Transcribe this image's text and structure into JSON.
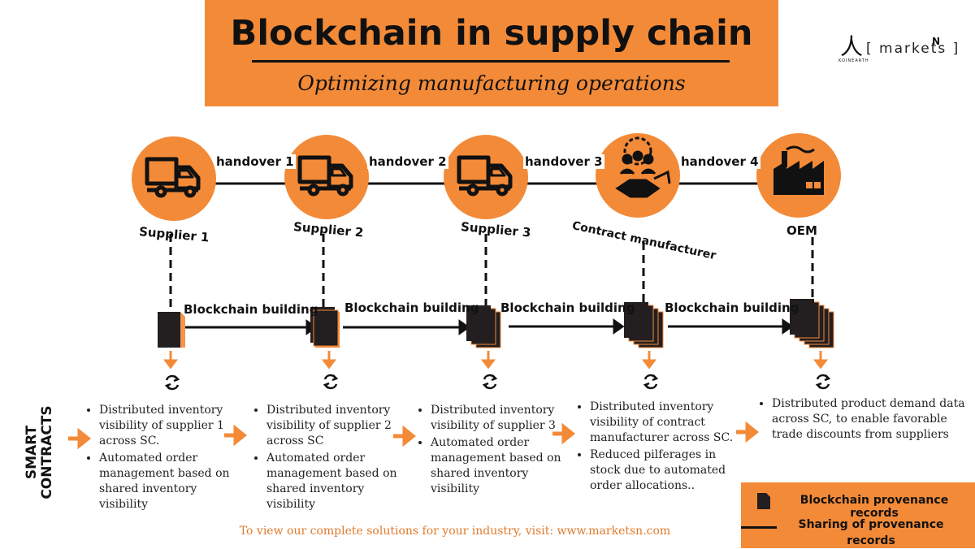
{
  "header": {
    "title": "Blockchain in supply chain",
    "subtitle": "Optimizing manufacturing operations"
  },
  "logo": {
    "brand_small": "KOINEARTH",
    "word": "[ markets ]",
    "superscript": "N"
  },
  "nodes": [
    {
      "label": "Supplier 1",
      "icon": "truck-icon"
    },
    {
      "label": "Supplier 2",
      "icon": "truck-icon"
    },
    {
      "label": "Supplier 3",
      "icon": "truck-icon"
    },
    {
      "label": "Contract manufacturer",
      "icon": "handshake-icon"
    },
    {
      "label": "OEM",
      "icon": "factory-icon"
    }
  ],
  "handovers": [
    "handover 1",
    "handover 2",
    "handover 3",
    "handover 4"
  ],
  "blockchain_label": "Blockchain building",
  "smart_contracts": {
    "label_line1": "SMART",
    "label_line2": "CONTRACTS",
    "columns": [
      [
        "Distributed inventory visibility of supplier 1 across SC.",
        "Automated order management based on shared inventory visibility"
      ],
      [
        "Distributed inventory visibility of supplier 2 across SC",
        "Automated order management based on shared inventory visibility"
      ],
      [
        "Distributed inventory visibility of supplier 3",
        "Automated order management based on shared inventory visibility"
      ],
      [
        "Distributed inventory visibility of contract manufacturer across SC.",
        "Reduced pilferages in stock due to automated order allocations.."
      ],
      [
        "Distributed product demand data across SC, to enable favorable trade discounts from suppliers"
      ]
    ]
  },
  "legend": {
    "records": "Blockchain provenance records",
    "sharing": "Sharing of provenance records"
  },
  "footer": "To view our complete solutions for your industry, visit: www.marketsn.com",
  "colors": {
    "accent": "#f38a38",
    "dark": "#231f20"
  }
}
